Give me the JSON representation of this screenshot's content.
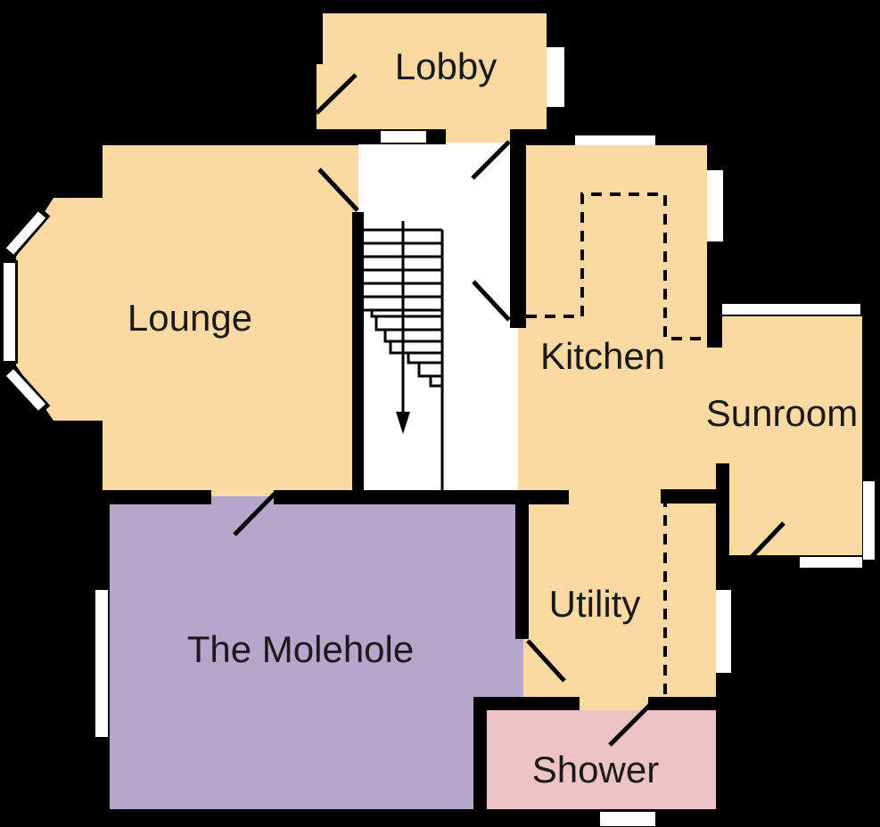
{
  "plan": {
    "kind": "residential-floor-plan",
    "stairs_direction_icon": "down-arrow"
  },
  "rooms": {
    "lobby": {
      "label": "Lobby"
    },
    "lounge": {
      "label": "Lounge"
    },
    "kitchen": {
      "label": "Kitchen"
    },
    "sunroom": {
      "label": "Sunroom"
    },
    "utility": {
      "label": "Utility"
    },
    "molehole": {
      "label": "The Molehole"
    },
    "shower": {
      "label": "Shower"
    }
  },
  "colors": {
    "background": "#000000",
    "wall": "#000000",
    "room_fill": "#FBD9A3",
    "molehole_fill": "#B7A6CC",
    "shower_fill": "#EDC3C8",
    "hall_fill": "#FFFFFF",
    "window_fill": "#FFFFFF",
    "door_line": "#000000",
    "label_text": "#1A1A1A"
  }
}
